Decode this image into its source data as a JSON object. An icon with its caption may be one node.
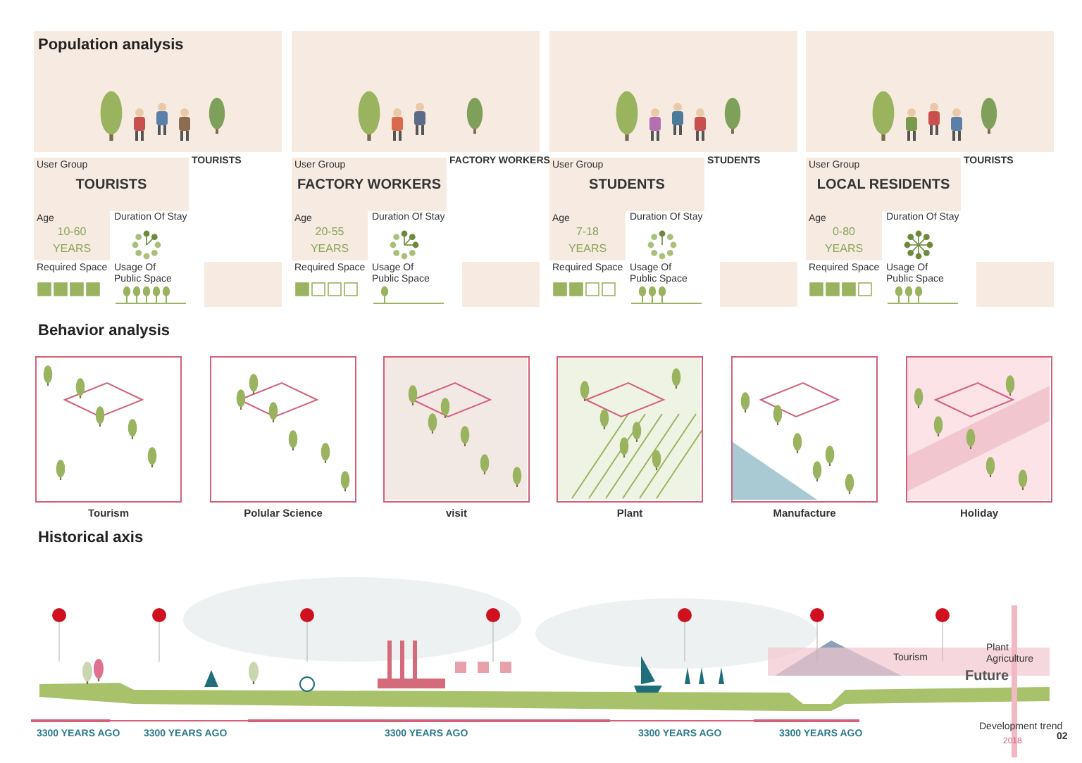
{
  "diagram": {
    "nodes": [
      {
        "text": [
          "User Group",
          "TOURISTS"
        ]
      },
      {
        "text": [
          "Age",
          "10-60 YEARS"
        ]
      },
      {
        "text": [],
        "shape": "box"
      },
      {
        "text": [
          "User Group",
          "FACTORY WORKERS"
        ]
      },
      {
        "text": [
          "Age",
          "20-55 YEARS"
        ]
      },
      {
        "text": [],
        "shape": "box"
      },
      {
        "text": [
          "User Group",
          "STUDENTS"
        ]
      },
      {
        "text": [
          "Age",
          "7-18 YEARS"
        ]
      },
      {
        "text": [],
        "shape": "box"
      },
      {
        "text": [
          "User Group",
          "LOCAL RESIDENTS"
        ]
      },
      {
        "text": [
          "Age",
          "0-80 YEARS"
        ]
      },
      {
        "text": [],
        "shape": "box"
      },
      {
        "text": [],
        "shape": "picture",
        "beside": [
          "Tourism"
        ]
      },
      {
        "text": [],
        "shape": "picture",
        "beside": [
          "Polular Science"
        ]
      },
      {
        "text": [],
        "shape": "picture",
        "beside": [
          "visit"
        ]
      },
      {
        "text": [],
        "shape": "picture",
        "beside": [
          "Plant"
        ]
      },
      {
        "text": [],
        "shape": "picture",
        "beside": [
          "Manufacture"
        ]
      },
      {
        "text": [],
        "shape": "picture",
        "beside": [
          "Holiday"
        ]
      }
    ],
    "labels": [
      "Population analysis",
      "TOURISTS",
      "Duration Of Stay",
      "Required Space",
      "Usage Of Public Space",
      "FACTORY WORKERS",
      "Duration Of Stay",
      "Required Space",
      "Usage Of Public Space",
      "STUDENTS",
      "Duration Of Stay",
      "Required Space",
      "Usage Of Public Space",
      "TOURISTS",
      "Duration Of Stay",
      "Required Space",
      "Usage Of Public Space",
      "Behavior analysis",
      "Historical axis",
      "Tourism",
      "Plant Agriculture",
      "Future",
      "3300 YEARS AGO",
      "3300 YEARS AGO",
      "3300 YEARS AGO",
      "3300 YEARS AGO",
      "3300 YEARS AGO",
      "Development trend",
      "2018",
      "02"
    ]
  }
}
